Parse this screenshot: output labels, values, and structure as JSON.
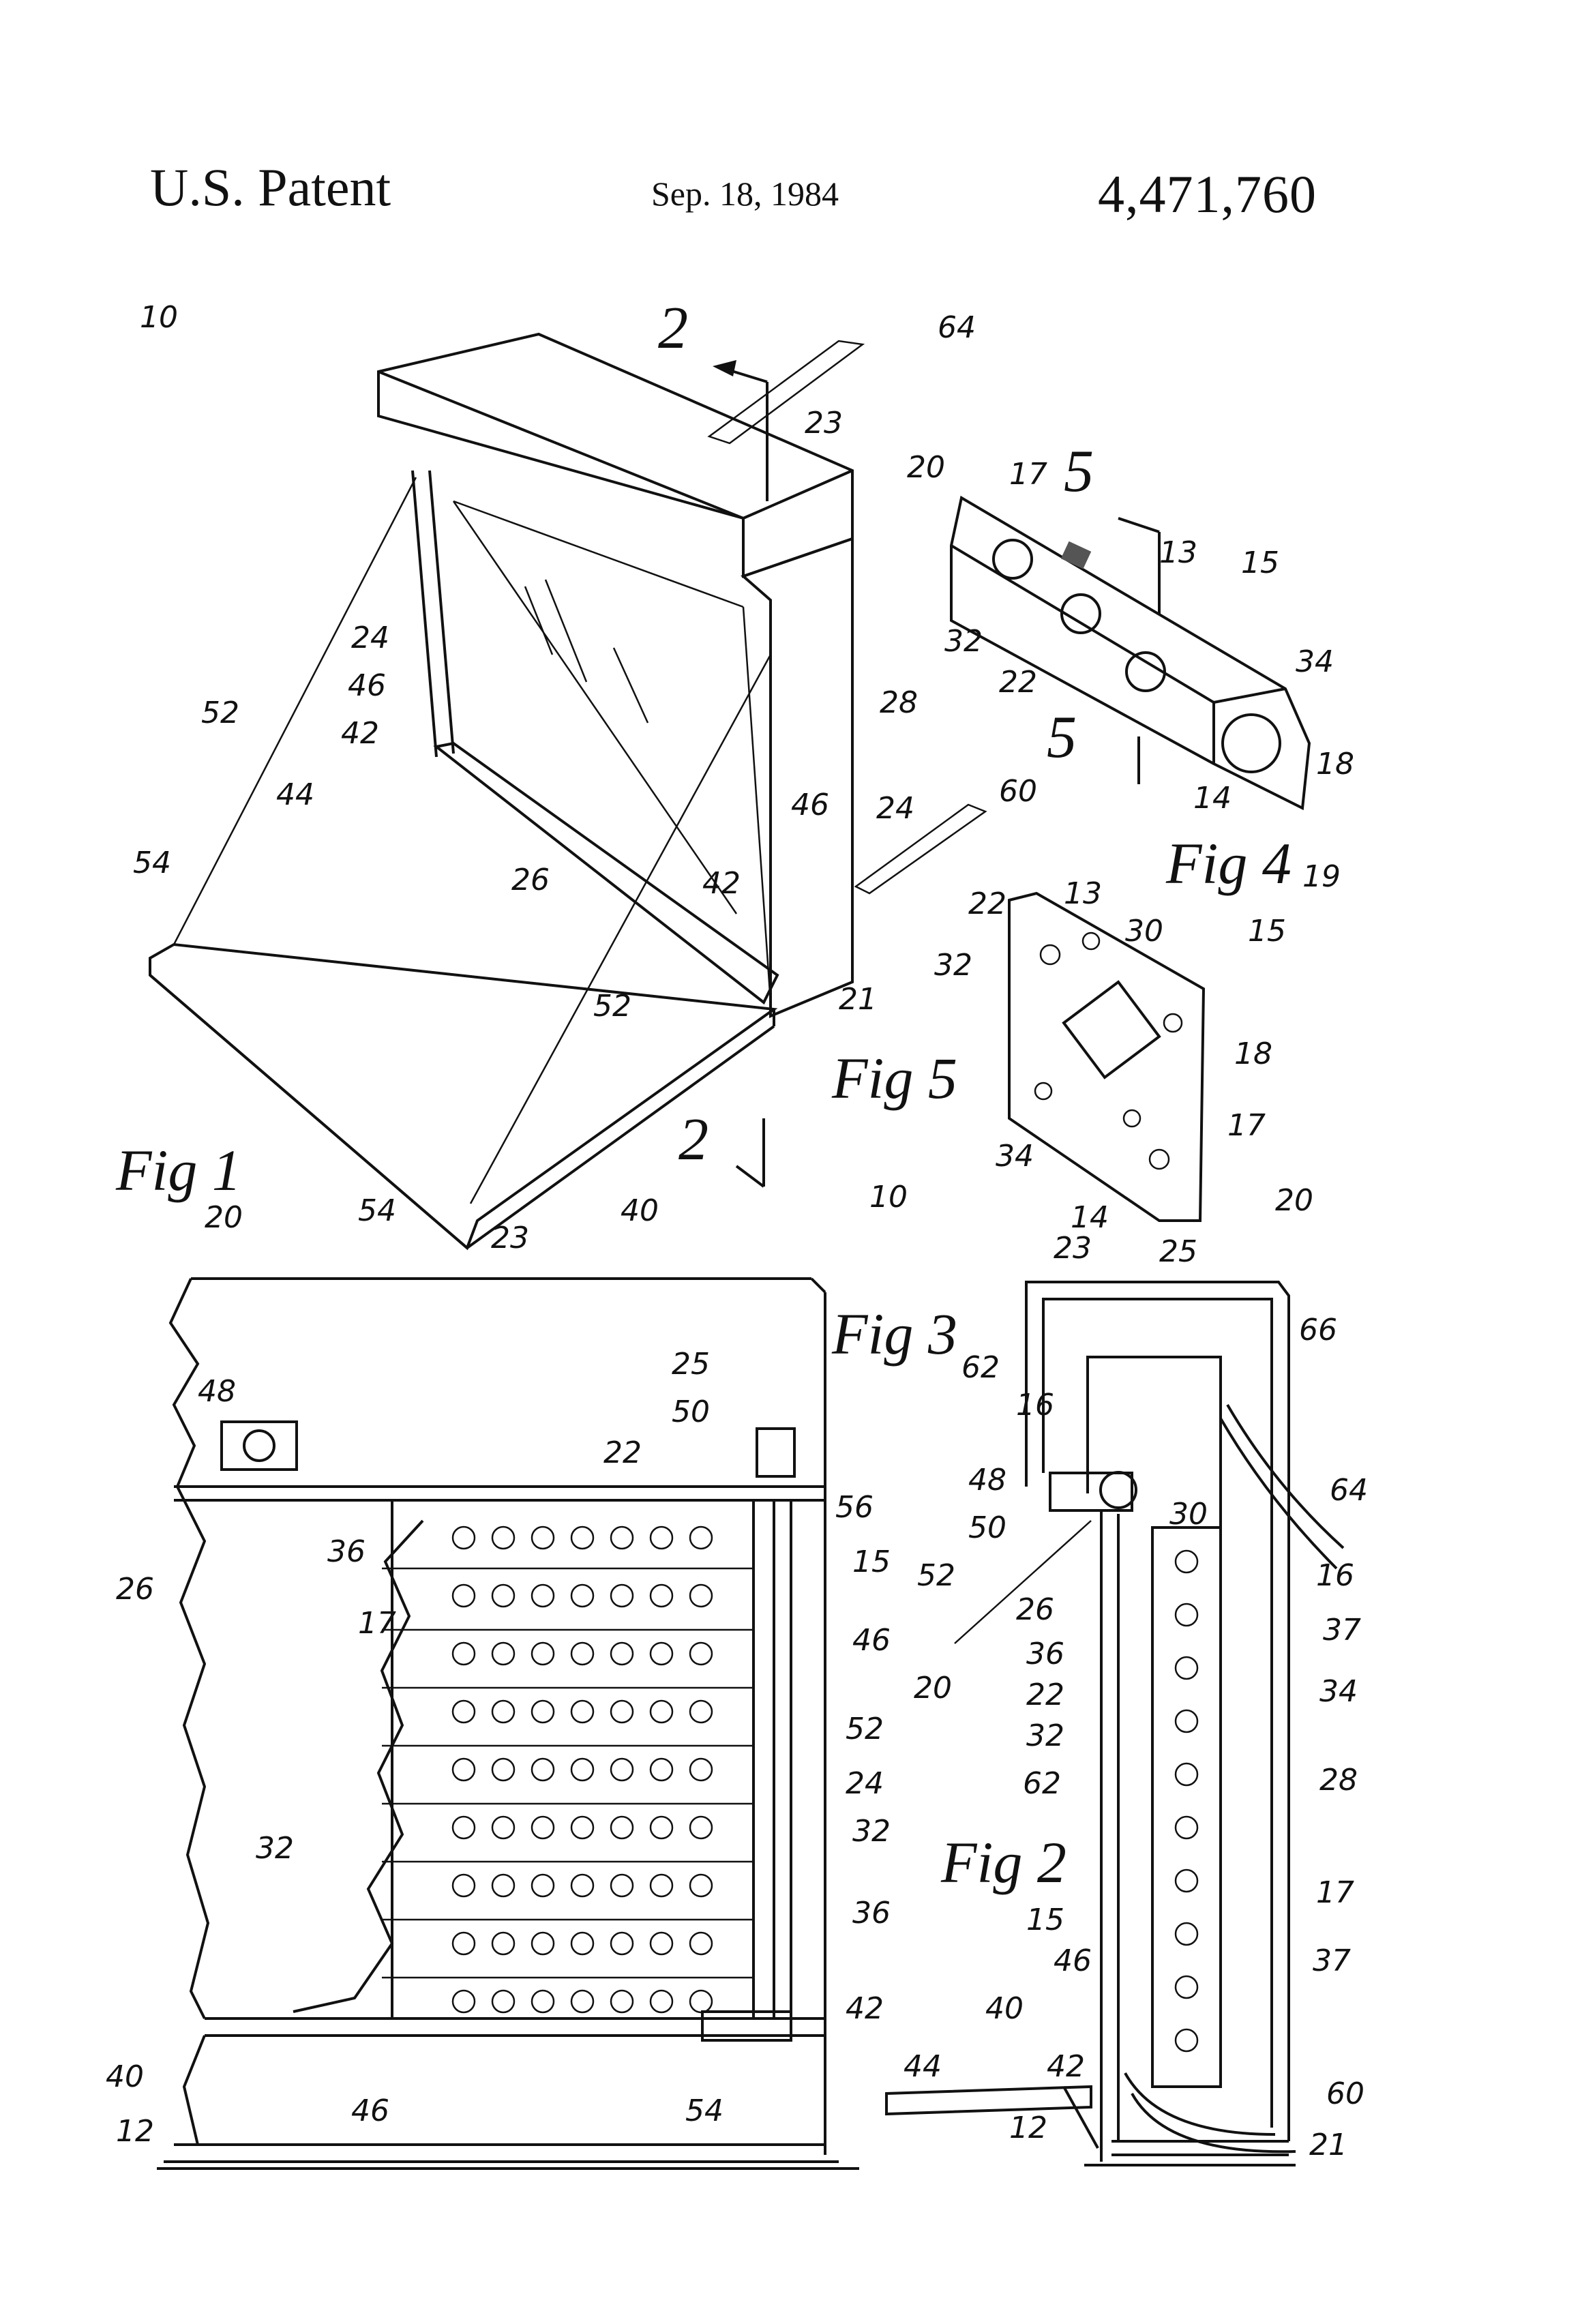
{
  "header": {
    "left": "U.S. Patent",
    "date": "Sep. 18, 1984",
    "number": "4,471,760"
  },
  "figures": {
    "fig1": "Fig 1",
    "fig2": "Fig 2",
    "fig3": "Fig 3",
    "fig4": "Fig 4",
    "fig5": "Fig 5"
  },
  "section_marks": {
    "s2a": "2",
    "s2b": "2",
    "s5a": "5",
    "s5b": "5"
  },
  "fig1_labels": {
    "n10": "10",
    "n64": "64",
    "n23": "23",
    "n20": "20",
    "n24a": "24",
    "n46a": "46",
    "n28": "28",
    "n52a": "52",
    "n42a": "42",
    "n44": "44",
    "n46b": "46",
    "n24b": "24",
    "n60": "60",
    "n54a": "54",
    "n26": "26",
    "n42b": "42",
    "n52b": "52",
    "n21": "21",
    "n54b": "54",
    "n40": "40"
  },
  "fig4_labels": {
    "n17": "17",
    "n13": "13",
    "n15": "15",
    "n32": "32",
    "n22": "22",
    "n34": "34",
    "n18": "18",
    "n14": "14",
    "n19": "19"
  },
  "fig5_labels": {
    "n22": "22",
    "n13": "13",
    "n30": "30",
    "n15": "15",
    "n32": "32",
    "n18": "18",
    "n17": "17",
    "n34": "34",
    "n14": "14"
  },
  "fig3_labels": {
    "n20a": "20",
    "n23": "23",
    "n10": "10",
    "n48": "48",
    "n25": "25",
    "n50": "50",
    "n22": "22",
    "n56": "56",
    "n36a": "36",
    "n15": "15",
    "n26": "26",
    "n17": "17",
    "n46a": "46",
    "n20b": "20",
    "n52": "52",
    "n24": "24",
    "n32a": "32",
    "n32b": "32",
    "n36b": "36",
    "n42": "42",
    "n40": "40",
    "n54": "54",
    "n46b": "46",
    "n12": "12"
  },
  "fig2_labels": {
    "n20": "20",
    "n23": "23",
    "n25": "25",
    "n66": "66",
    "n62a": "62",
    "n16a": "16",
    "n48": "48",
    "n50": "50",
    "n64": "64",
    "n30": "30",
    "n52": "52",
    "n26": "26",
    "n16b": "16",
    "n36": "36",
    "n37a": "37",
    "n22": "22",
    "n34": "34",
    "n32": "32",
    "n62b": "62",
    "n28": "28",
    "n15": "15",
    "n17": "17",
    "n46": "46",
    "n37b": "37",
    "n40": "40",
    "n44": "44",
    "n42": "42",
    "n60": "60",
    "n12": "12",
    "n21": "21"
  }
}
